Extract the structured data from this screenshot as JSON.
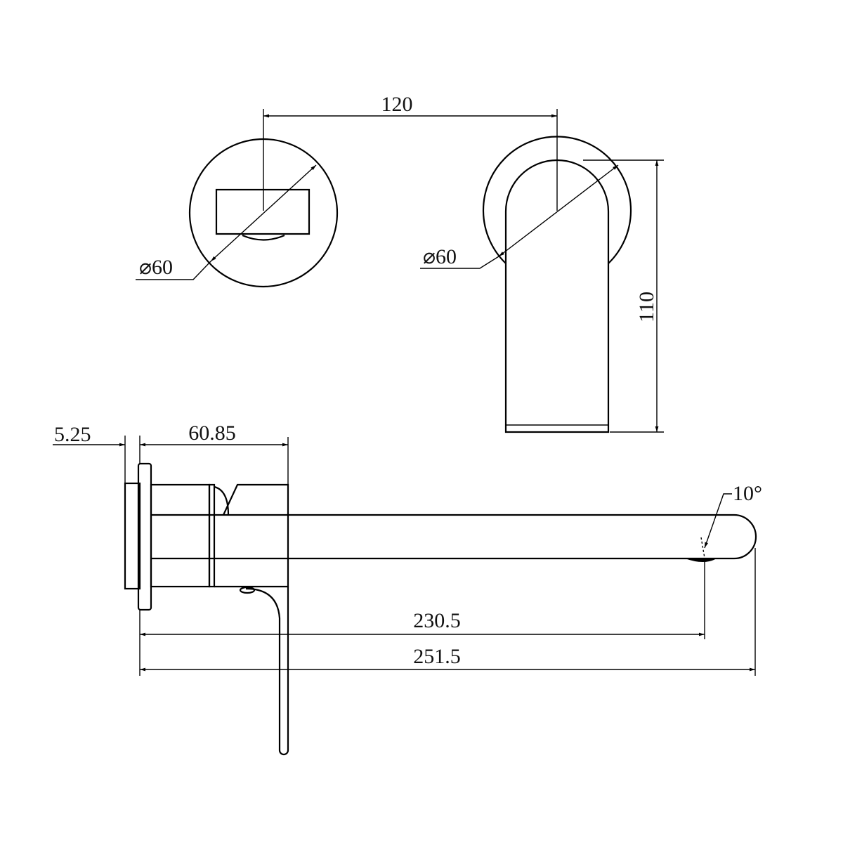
{
  "dimensions": {
    "center_spacing": "120",
    "handle_plate_diameter": "⌀60",
    "spout_plate_diameter": "⌀60",
    "spout_height": "110",
    "plate_thickness": "5.25",
    "body_depth": "60.85",
    "outlet_reach": "230.5",
    "overall_reach": "251.5",
    "spout_angle": "10°"
  }
}
